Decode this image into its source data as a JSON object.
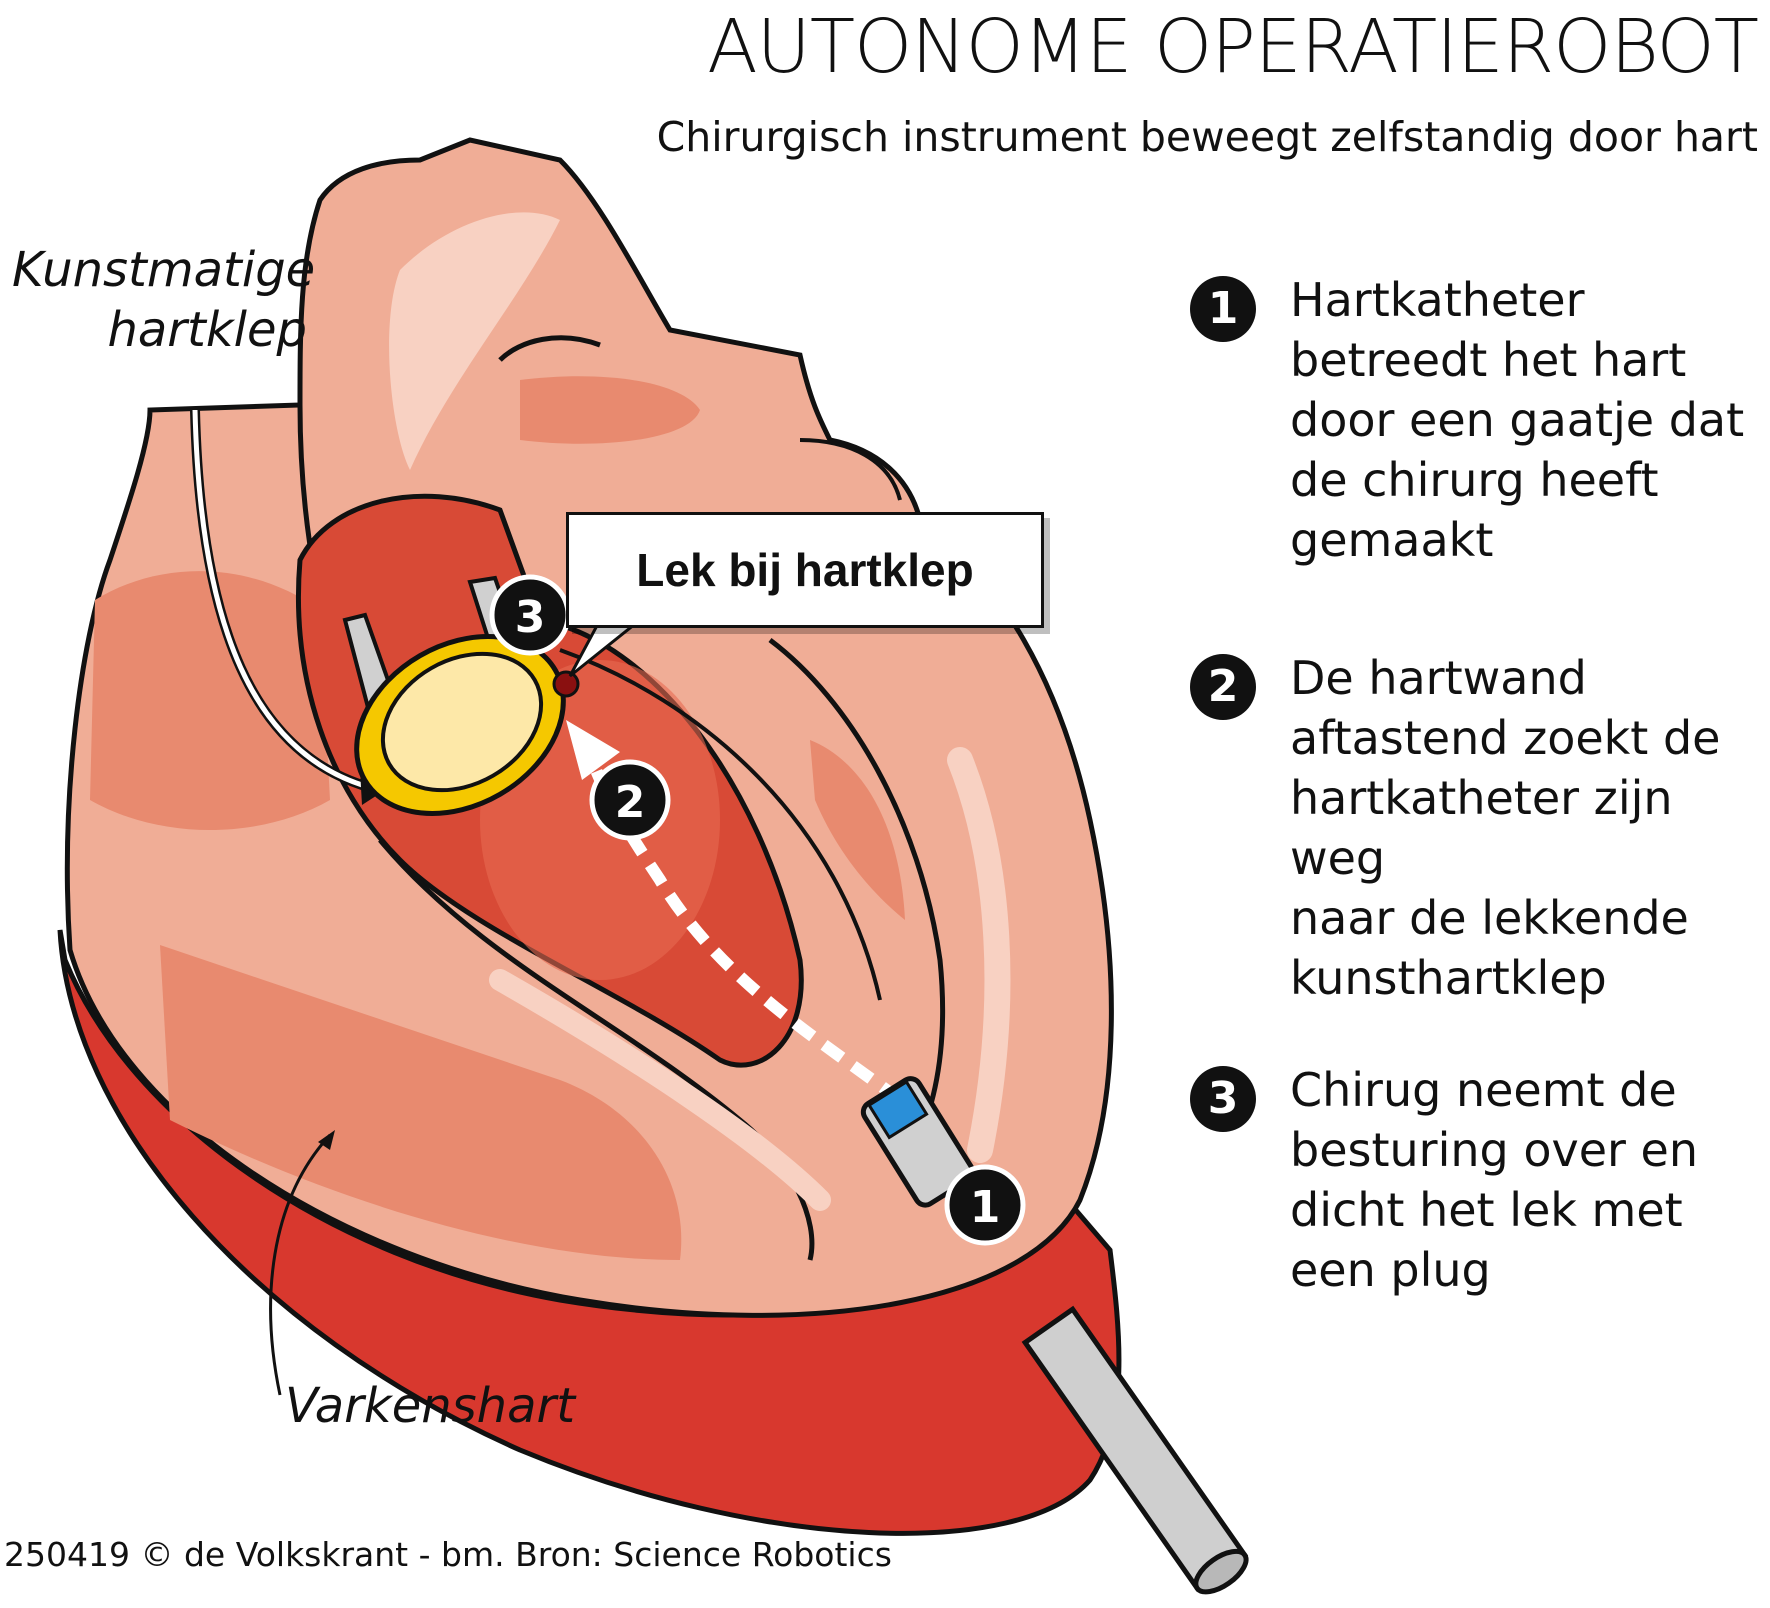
{
  "title": "AUTONOME OPERATIEROBOT",
  "subtitle": "Chirurgisch instrument beweegt\nzelfstandig door hart",
  "steps": [
    {
      "number": "1",
      "text": "Hartkatheter\nbetreedt het hart\ndoor een gaatje dat\nde chirurg heeft\ngemaakt"
    },
    {
      "number": "2",
      "text": "De hartwand\naftastend zoekt de\nhartkatheter zijn weg\nnaar de lekkende\nkunsthartklep"
    },
    {
      "number": "3",
      "text": "Chirug neemt de\nbesturing over en\ndicht het lek met\neen plug"
    }
  ],
  "labels": {
    "artificial_valve": "Kunstmatige\nhartklep",
    "pig_heart": "Varkenshart",
    "leak_callout": "Lek bij hartklep"
  },
  "diagram_markers": [
    "1",
    "2",
    "3"
  ],
  "credit": "250419 © de Volkskrant - bm. Bron: Science Robotics",
  "colors": {
    "heart_skin": "#f0ad96",
    "heart_dark": "#e88a6f",
    "heart_outer": "#d8382e",
    "chamber": "#d84a36",
    "valve_ring": "#f5c800",
    "valve_inner": "#fde8a8",
    "catheter_tip": "#2a8fd8",
    "ink": "#111111"
  }
}
